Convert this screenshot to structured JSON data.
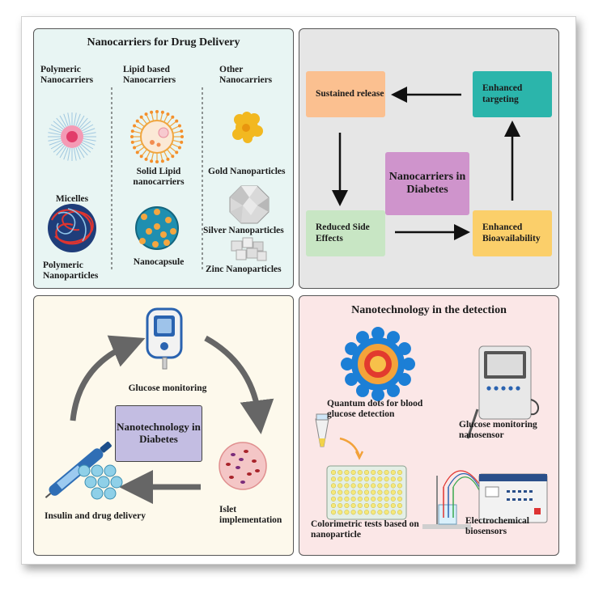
{
  "panel_drug_delivery": {
    "title": "Nanocarriers for Drug Delivery",
    "columns": [
      {
        "heading": "Polymeric Nanocarriers",
        "items": [
          "Micelles",
          "Polymeric Nanoparticles"
        ]
      },
      {
        "heading": "Lipid based Nanocarriers",
        "items": [
          "Solid Lipid nanocarriers",
          "Nanocapsule"
        ]
      },
      {
        "heading": "Other Nanocarriers",
        "items": [
          "Gold Nanoparticles",
          "Silver Nanoparticles",
          "Zinc Nanoparticles"
        ]
      }
    ]
  },
  "panel_diabetes_cycle": {
    "center": "Nanocarriers in Diabetes",
    "boxes": {
      "sustained_release": "Sustained release",
      "enhanced_targeting": "Enhanced targeting",
      "reduced_side_effects": "Reduced Side Effects",
      "enhanced_bioavailability": "Enhanced Bioavailability"
    },
    "colors": {
      "orange": "#fbc090",
      "teal": "#2bb5ab",
      "green": "#c8e6c4",
      "yellow": "#fbcf6a",
      "purple": "#cf94cc"
    }
  },
  "panel_nanotech_cycle": {
    "center": "Nanotechnology in Diabetes",
    "labels": {
      "glucose_monitoring": "Glucose monitoring",
      "islet": "Islet implementation",
      "insulin": "Insulin and drug delivery"
    },
    "center_color": "#c3bde2"
  },
  "panel_detection": {
    "title": "Nanotechnology in the detection",
    "items": {
      "quantum_dots": "Quantum dots for blood glucose detection",
      "nanosensor": "Glucose monitoring nanosensor",
      "colorimetric": "Colorimetric tests based on nanoparticle",
      "electrochemical": "Electrochemical biosensors"
    }
  }
}
